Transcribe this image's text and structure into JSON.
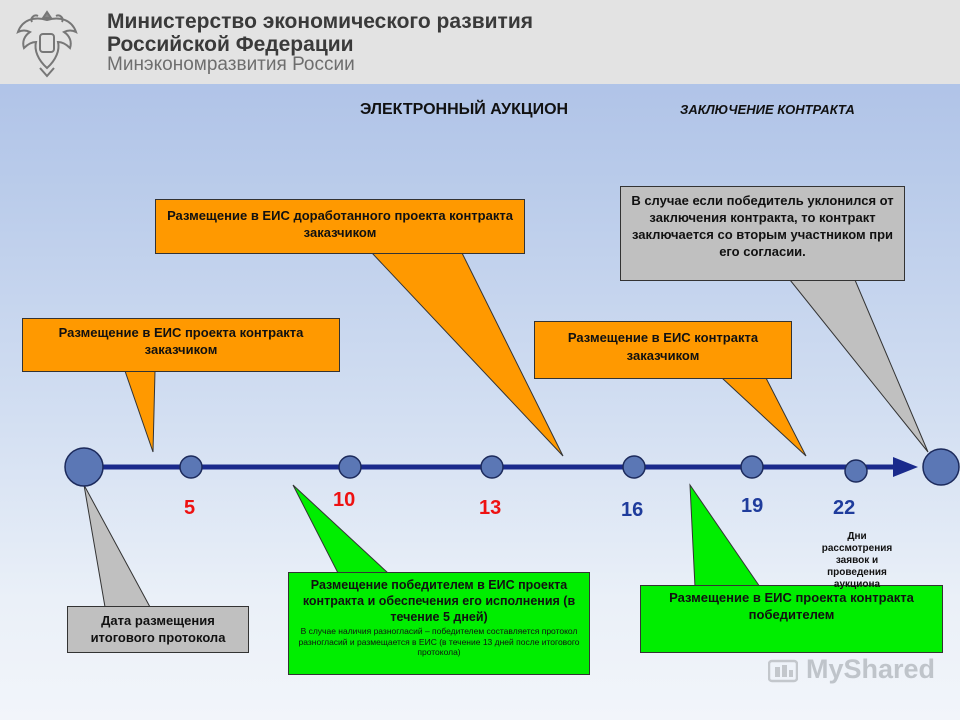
{
  "header": {
    "title_line1": "Министерство экономического развития",
    "title_line2": "Российской Федерации",
    "subtitle": "Минэкономразвития России"
  },
  "section_titles": {
    "auction": "ЭЛЕКТРОННЫЙ АУКЦИОН",
    "contract": "ЗАКЛЮЧЕНИЕ КОНТРАКТА"
  },
  "callouts": {
    "orange_1": "Размещение в ЕИС проекта контракта заказчиком",
    "orange_2": "Размещение в ЕИС доработанного проекта контракта заказчиком",
    "orange_3": "Размещение в ЕИС контракта заказчиком",
    "grey_top": "В случае если победитель уклонился от заключения контракта, то контракт заключается со вторым участником при его согласии.",
    "grey_bottom": "Дата размещения итогового протокола",
    "green_1_main": "Размещение победителем в ЕИС проекта контракта и обеспечения его исполнения (в течение 5 дней)",
    "green_1_note": "В случае наличия разногласий – победителем составляется протокол разногласий и размещается в ЕИС (в течение 13 дней после итогового протокола)",
    "green_2": "Размещение в ЕИС проекта контракта победителем"
  },
  "timeline": {
    "days": [
      "5",
      "10",
      "13",
      "16",
      "19",
      "22"
    ],
    "days_note": "Дни рассмотрения заявок и проведения аукциона"
  },
  "colors": {
    "orange": "#ff9900",
    "grey": "#c0c0c0",
    "green": "#00ee00",
    "timeline": "#1a2a8c",
    "red_number": "#ee1111",
    "blue_number": "#1f3c9c"
  },
  "watermark": {
    "text": "MyShared"
  }
}
